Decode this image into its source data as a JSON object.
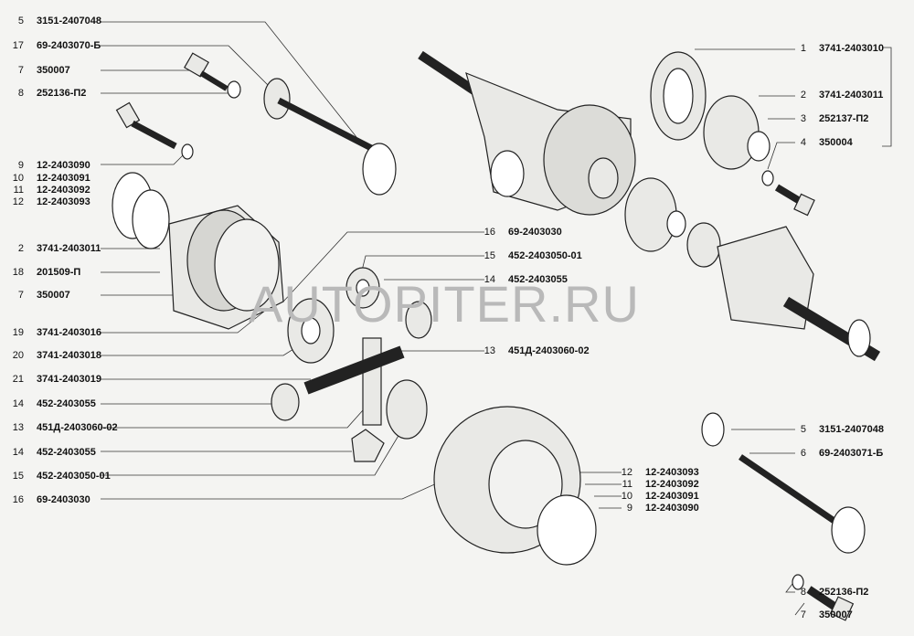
{
  "watermark": "AUTOPITER.RU",
  "left_labels": [
    {
      "num": "5",
      "code": "3151-2407048"
    },
    {
      "num": "17",
      "code": "69-2403070-Б"
    },
    {
      "num": "7",
      "code": "350007"
    },
    {
      "num": "8",
      "code": "252136-П2"
    },
    {
      "num": "9",
      "code": "12-2403090"
    },
    {
      "num": "10",
      "code": "12-2403091"
    },
    {
      "num": "11",
      "code": "12-2403092"
    },
    {
      "num": "12",
      "code": "12-2403093"
    },
    {
      "num": "2",
      "code": "3741-2403011"
    },
    {
      "num": "18",
      "code": "201509-П"
    },
    {
      "num": "7",
      "code": "350007"
    },
    {
      "num": "19",
      "code": "3741-2403016"
    },
    {
      "num": "20",
      "code": "3741-2403018"
    },
    {
      "num": "21",
      "code": "3741-2403019"
    },
    {
      "num": "14",
      "code": "452-2403055"
    },
    {
      "num": "13",
      "code": "451Д-2403060-02"
    },
    {
      "num": "14",
      "code": "452-2403055"
    },
    {
      "num": "15",
      "code": "452-2403050-01"
    },
    {
      "num": "16",
      "code": "69-2403030"
    }
  ],
  "center_labels": [
    {
      "num": "16",
      "code": "69-2403030"
    },
    {
      "num": "15",
      "code": "452-2403050-01"
    },
    {
      "num": "14",
      "code": "452-2403055"
    },
    {
      "num": "13",
      "code": "451Д-2403060-02"
    }
  ],
  "right_top_labels": [
    {
      "num": "1",
      "code": "3741-2403010"
    },
    {
      "num": "2",
      "code": "3741-2403011"
    },
    {
      "num": "3",
      "code": "252137-П2"
    },
    {
      "num": "4",
      "code": "350004"
    }
  ],
  "right_mid_labels": [
    {
      "num": "12",
      "code": "12-2403093"
    },
    {
      "num": "11",
      "code": "12-2403092"
    },
    {
      "num": "10",
      "code": "12-2403091"
    },
    {
      "num": "9",
      "code": "12-2403090"
    }
  ],
  "right_bottom_labels": [
    {
      "num": "5",
      "code": "3151-2407048"
    },
    {
      "num": "6",
      "code": "69-2403071-Б"
    },
    {
      "num": "8",
      "code": "252136-П2"
    },
    {
      "num": "7",
      "code": "350007"
    }
  ]
}
